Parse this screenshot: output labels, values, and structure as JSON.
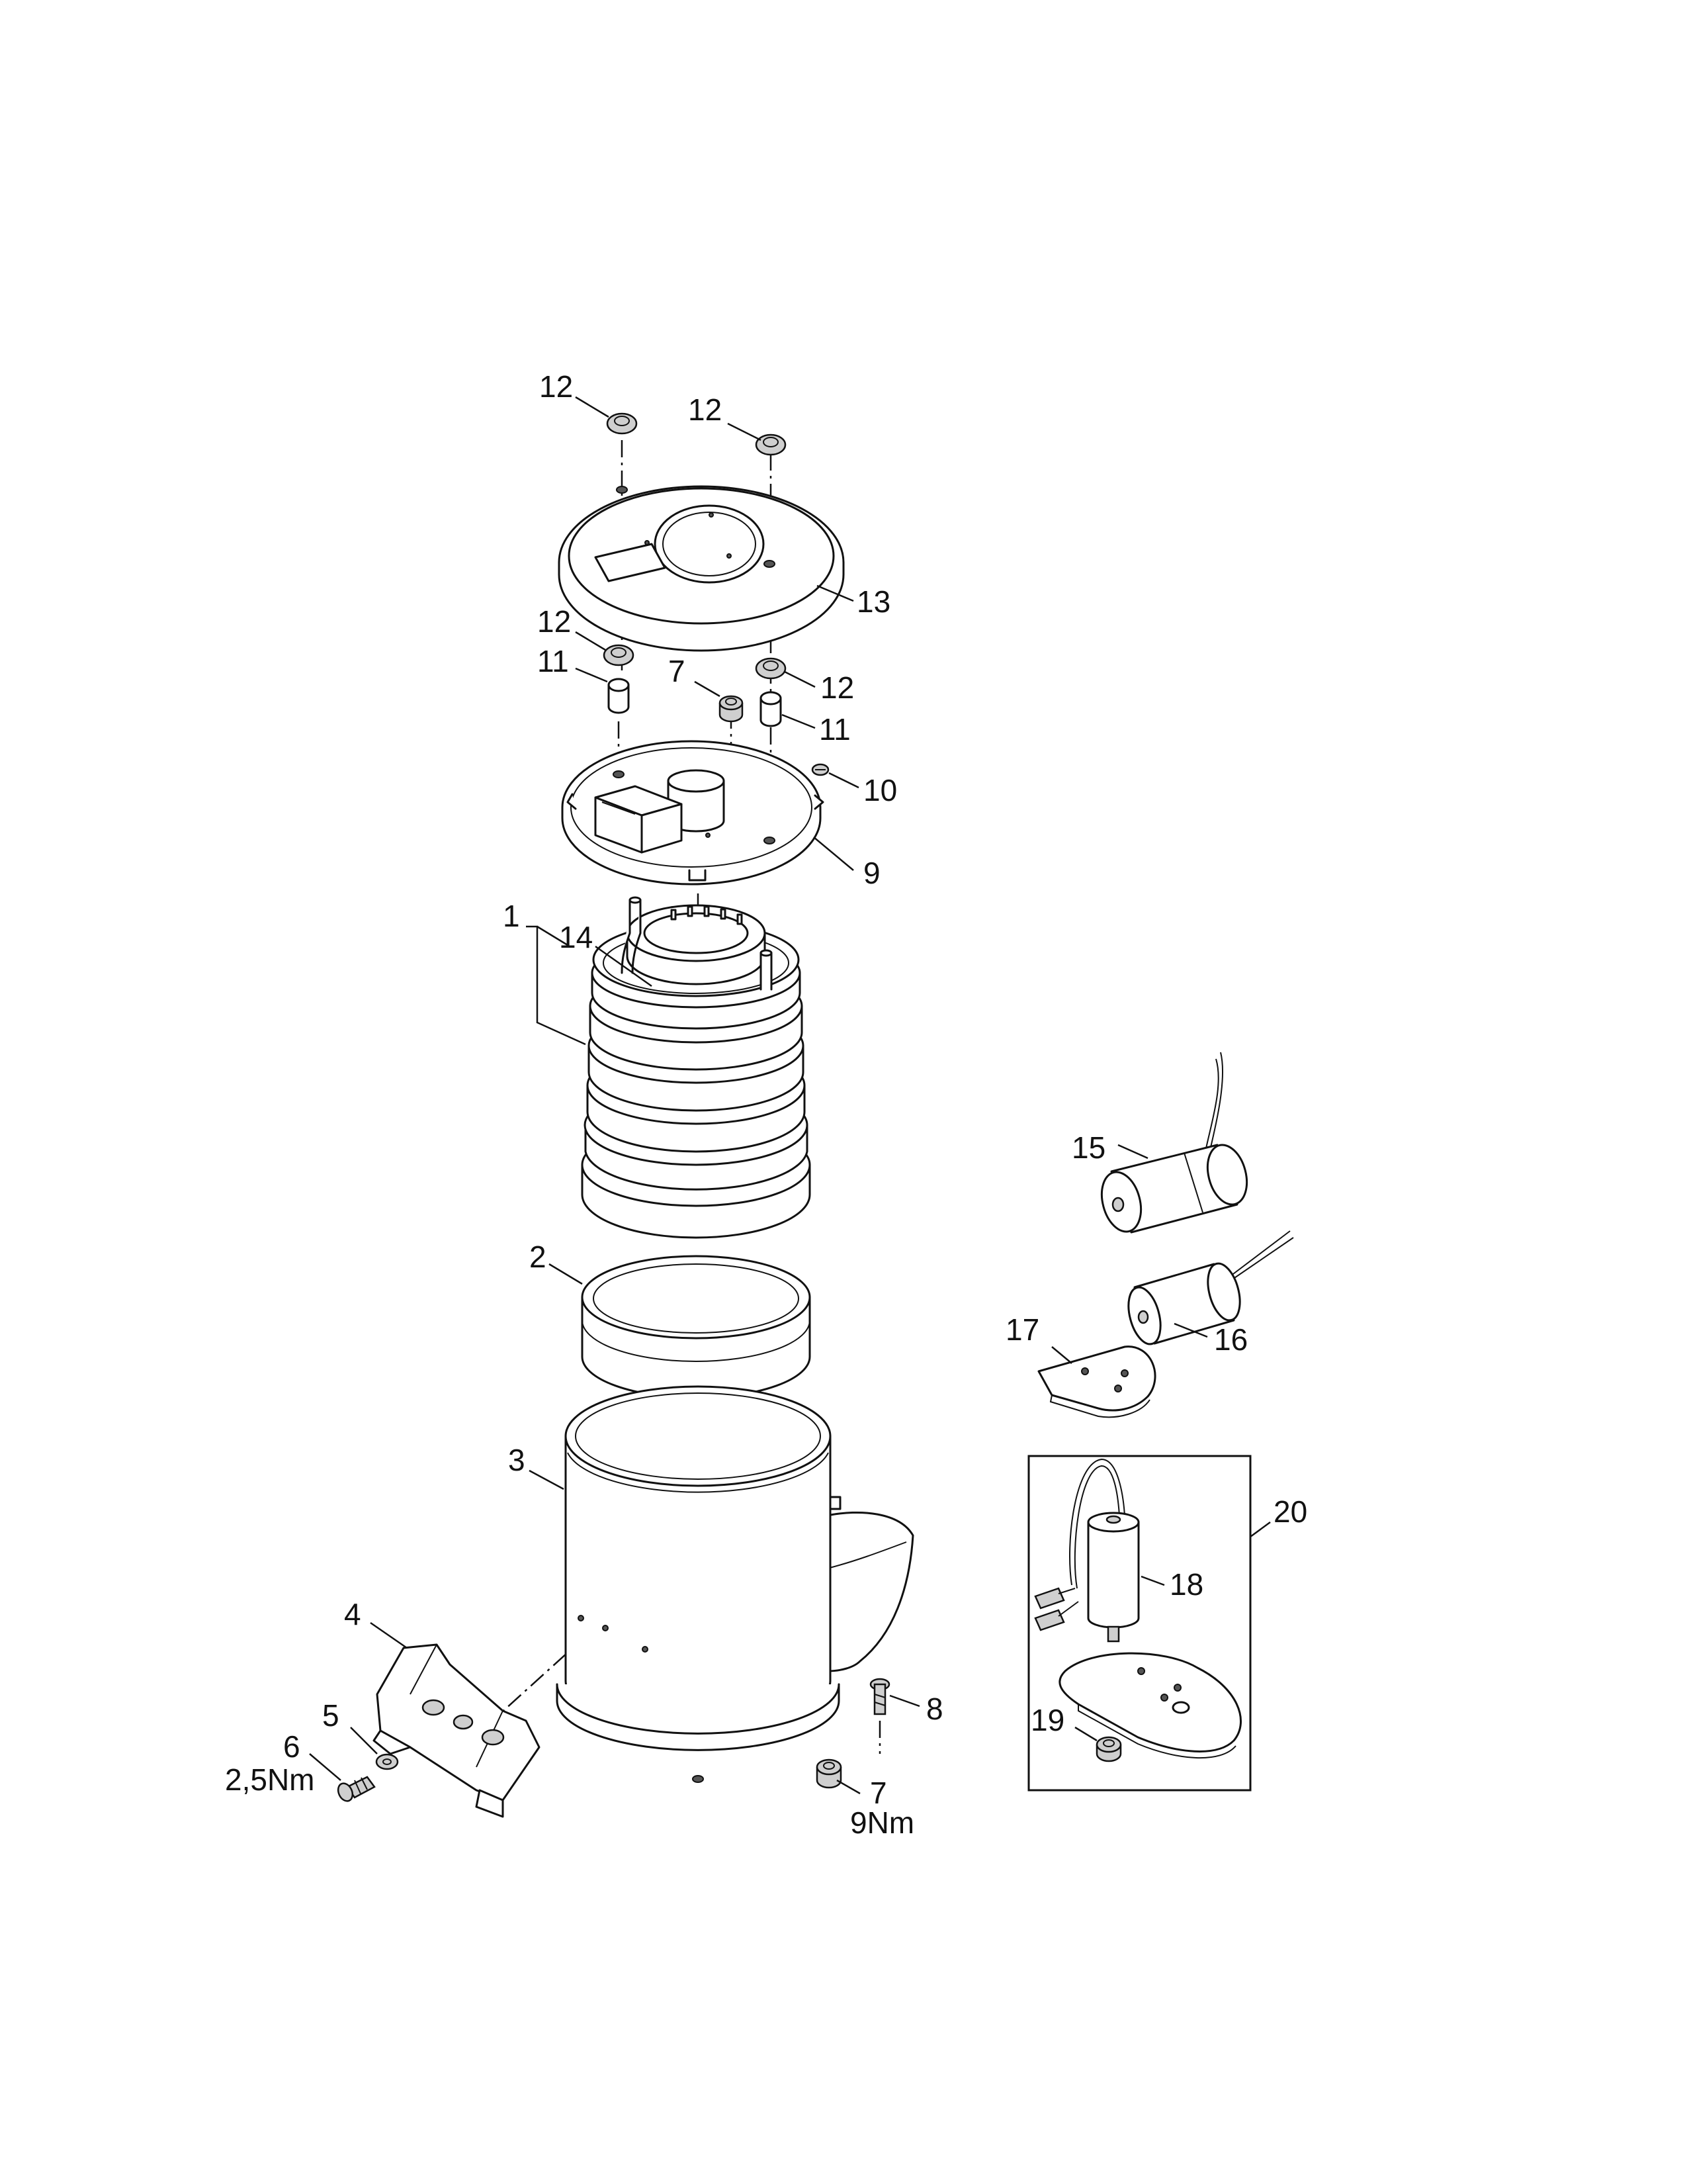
{
  "callouts": [
    {
      "id": "c-12a",
      "text": "12"
    },
    {
      "id": "c-12b",
      "text": "12"
    },
    {
      "id": "c-13",
      "text": "13"
    },
    {
      "id": "c-12c",
      "text": "12"
    },
    {
      "id": "c-11a",
      "text": "11"
    },
    {
      "id": "c-7a",
      "text": "7"
    },
    {
      "id": "c-12d",
      "text": "12"
    },
    {
      "id": "c-11b",
      "text": "11"
    },
    {
      "id": "c-10",
      "text": "10"
    },
    {
      "id": "c-9",
      "text": "9"
    },
    {
      "id": "c-1",
      "text": "1"
    },
    {
      "id": "c-14",
      "text": "14"
    },
    {
      "id": "c-15",
      "text": "15"
    },
    {
      "id": "c-2",
      "text": "2"
    },
    {
      "id": "c-16",
      "text": "16"
    },
    {
      "id": "c-17",
      "text": "17"
    },
    {
      "id": "c-3",
      "text": "3"
    },
    {
      "id": "c-20",
      "text": "20"
    },
    {
      "id": "c-18",
      "text": "18"
    },
    {
      "id": "c-4",
      "text": "4"
    },
    {
      "id": "c-8",
      "text": "8"
    },
    {
      "id": "c-5",
      "text": "5"
    },
    {
      "id": "c-6",
      "text": "6"
    },
    {
      "id": "c-6-torque",
      "text": "2,5Nm"
    },
    {
      "id": "c-19",
      "text": "19"
    },
    {
      "id": "c-7b",
      "text": "7"
    },
    {
      "id": "c-7b-torque",
      "text": "9Nm"
    }
  ]
}
